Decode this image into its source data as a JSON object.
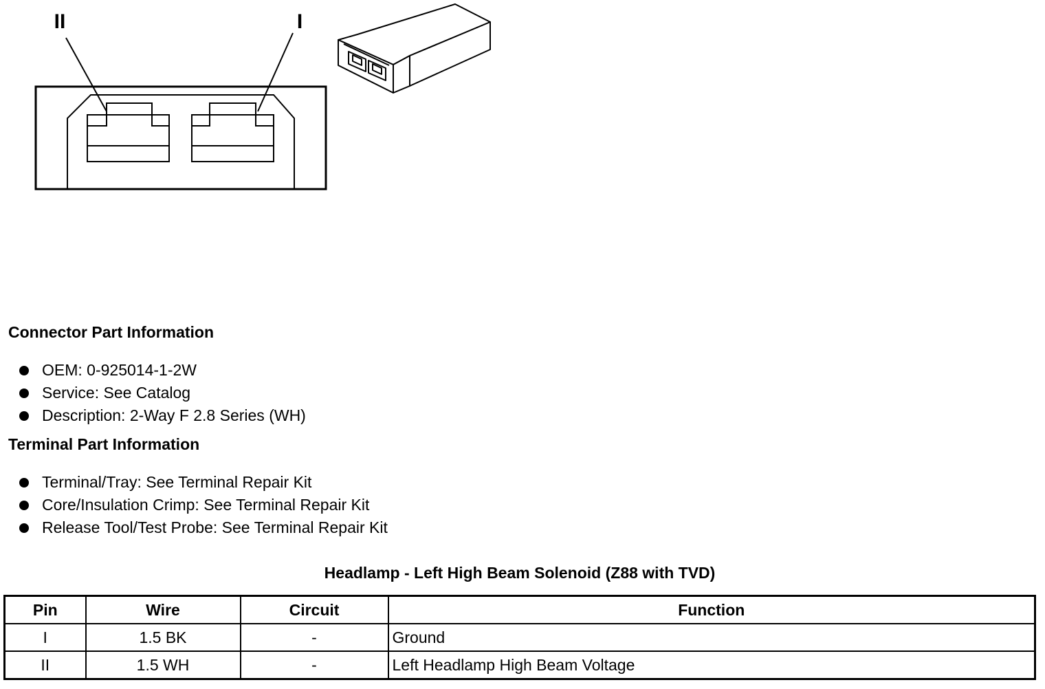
{
  "diagram": {
    "pin_label_left": "II",
    "pin_label_right": "I"
  },
  "connector_info": {
    "title": "Connector Part Information",
    "items": [
      "OEM: 0-925014-1-2W",
      "Service: See Catalog",
      "Description: 2-Way F 2.8 Series (WH)"
    ]
  },
  "terminal_info": {
    "title": "Terminal Part Information",
    "items": [
      "Terminal/Tray: See Terminal Repair Kit",
      "Core/Insulation Crimp: See Terminal Repair Kit",
      "Release Tool/Test Probe: See Terminal Repair Kit"
    ]
  },
  "table": {
    "title": "Headlamp - Left High Beam Solenoid (Z88 with TVD)",
    "headers": [
      "Pin",
      "Wire",
      "Circuit",
      "Function"
    ],
    "rows": [
      [
        "I",
        "1.5 BK",
        "-",
        "Ground"
      ],
      [
        "II",
        "1.5 WH",
        "-",
        "Left Headlamp High Beam Voltage"
      ]
    ]
  }
}
